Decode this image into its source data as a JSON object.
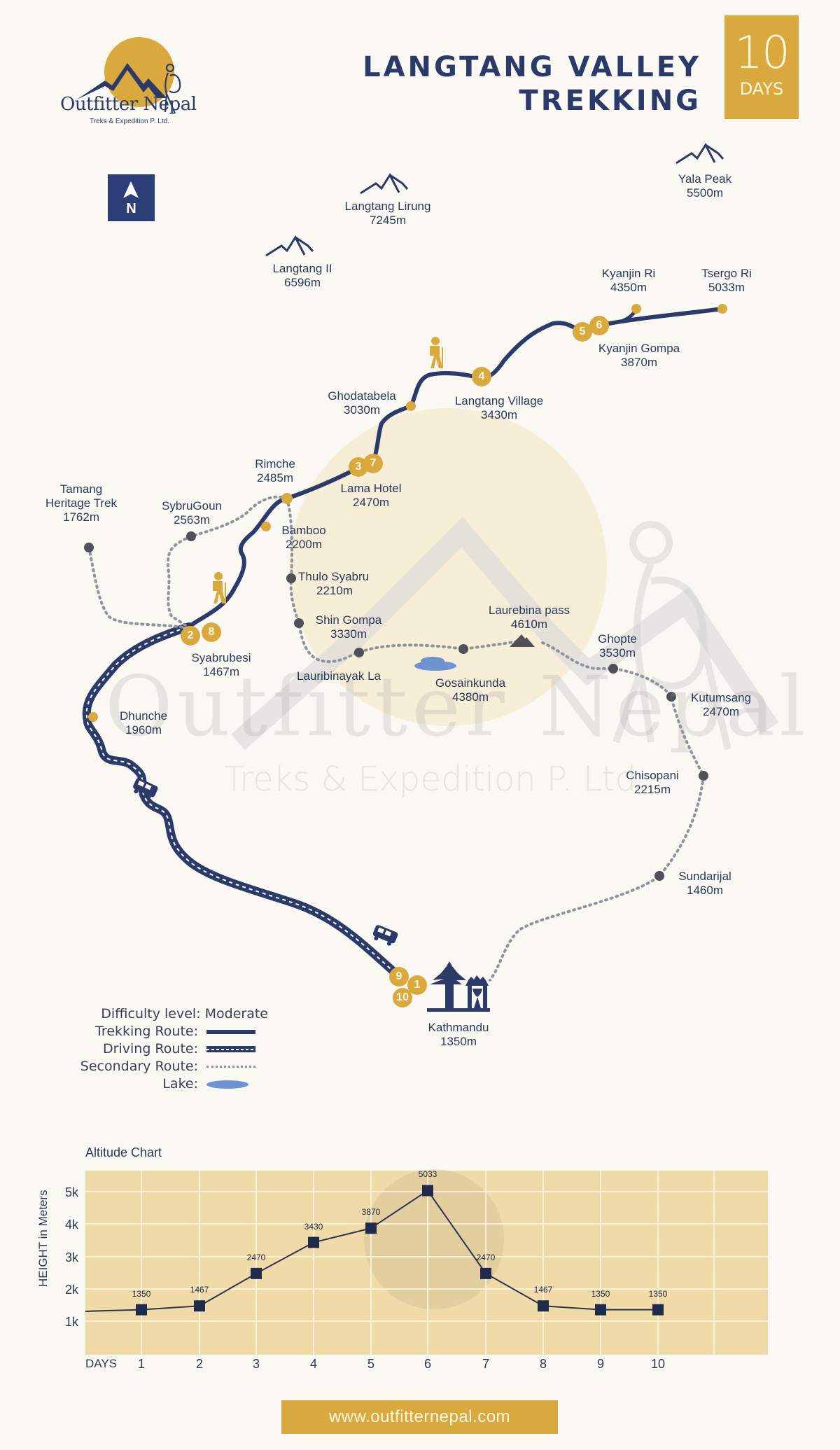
{
  "header": {
    "logo": {
      "brand": "Outfitter Nepal",
      "subtitle": "Treks & Expedition P. Ltd."
    },
    "title_line1": "LANGTANG VALLEY",
    "title_line2": "TREKKING",
    "duration": {
      "number": "10",
      "unit": "DAYS"
    },
    "compass_label": "N"
  },
  "colors": {
    "background": "#faf8f3",
    "navy": "#2b3a68",
    "gold": "#d9a93e",
    "secondary_route": "#8f939e",
    "waypoint_gray": "#4f5157",
    "lake": "#6f93d0",
    "chart_bg": "#f0dba8"
  },
  "peaks": [
    {
      "name": "Langtang Lirung",
      "altitude": "7245m"
    },
    {
      "name": "Langtang II",
      "altitude": "6596m"
    },
    {
      "name": "Yala Peak",
      "altitude": "5500m"
    }
  ],
  "places": {
    "kyanjin_ri": {
      "name": "Kyanjin Ri",
      "altitude": "4350m"
    },
    "tsergo_ri": {
      "name": "Tsergo Ri",
      "altitude": "5033m"
    },
    "kyanjin_gompa": {
      "name": "Kyanjin Gompa",
      "altitude": "3870m"
    },
    "langtang_village": {
      "name": "Langtang Village",
      "altitude": "3430m"
    },
    "ghodatabela": {
      "name": "Ghodatabela",
      "altitude": "3030m"
    },
    "rimche": {
      "name": "Rimche",
      "altitude": "2485m"
    },
    "lama_hotel": {
      "name": "Lama Hotel",
      "altitude": "2470m"
    },
    "tamang": {
      "name_line1": "Tamang",
      "name_line2": "Heritage Trek",
      "altitude": "1762m"
    },
    "sybrugoun": {
      "name": "SybruGoun",
      "altitude": "2563m"
    },
    "bamboo": {
      "name": "Bamboo",
      "altitude": "2200m"
    },
    "thulo_syabru": {
      "name": "Thulo Syabru",
      "altitude": "2210m"
    },
    "shin_gompa": {
      "name": "Shin Gompa",
      "altitude": "3330m"
    },
    "laurebina_pass": {
      "name": "Laurebina pass",
      "altitude": "4610m"
    },
    "ghopte": {
      "name": "Ghopte",
      "altitude": "3530m"
    },
    "syabrubesi": {
      "name": "Syabrubesi",
      "altitude": "1467m"
    },
    "lauribinayak": {
      "name": "Lauribinayak La"
    },
    "gosainkunda": {
      "name": "Gosainkunda",
      "altitude": "4380m"
    },
    "kutumsang": {
      "name": "Kutumsang",
      "altitude": "2470m"
    },
    "dhunche": {
      "name": "Dhunche",
      "altitude": "1960m"
    },
    "chisopani": {
      "name": "Chisopani",
      "altitude": "2215m"
    },
    "sundarijal": {
      "name": "Sundarijal",
      "altitude": "1460m"
    },
    "kathmandu": {
      "name": "Kathmandu",
      "altitude": "1350m"
    }
  },
  "day_markers": [
    {
      "day": "1"
    },
    {
      "day": "2"
    },
    {
      "day": "3"
    },
    {
      "day": "4"
    },
    {
      "day": "5"
    },
    {
      "day": "6"
    },
    {
      "day": "7"
    },
    {
      "day": "8"
    },
    {
      "day": "9"
    },
    {
      "day": "10"
    }
  ],
  "legend": {
    "difficulty": "Difficulty level: Moderate",
    "trekking": "Trekking Route:",
    "driving": "Driving Route:",
    "secondary": "Secondary Route:",
    "lake": "Lake:"
  },
  "watermark": {
    "brand": "Outfitter Nepal",
    "subtitle": "Treks & Expedition P. Ltd."
  },
  "chart_data": {
    "type": "line",
    "title": "Altitude Chart",
    "xlabel": "DAYS",
    "ylabel": "HEIGHT in Meters",
    "categories": [
      "1",
      "2",
      "3",
      "4",
      "5",
      "6",
      "7",
      "8",
      "9",
      "10"
    ],
    "values": [
      1350,
      1467,
      2470,
      3430,
      3870,
      5033,
      2470,
      1467,
      1350,
      1350
    ],
    "point_labels": [
      "1350",
      "1467",
      "2470",
      "3430",
      "3870",
      "5033",
      "2470",
      "1467",
      "1350",
      "1350"
    ],
    "y_ticks": [
      "1k",
      "2k",
      "3k",
      "4k",
      "5k"
    ],
    "ylim": [
      0,
      5600
    ],
    "grid": true,
    "legend": "none",
    "marker": "square"
  },
  "footer": {
    "url": "www.outfitternepal.com"
  }
}
